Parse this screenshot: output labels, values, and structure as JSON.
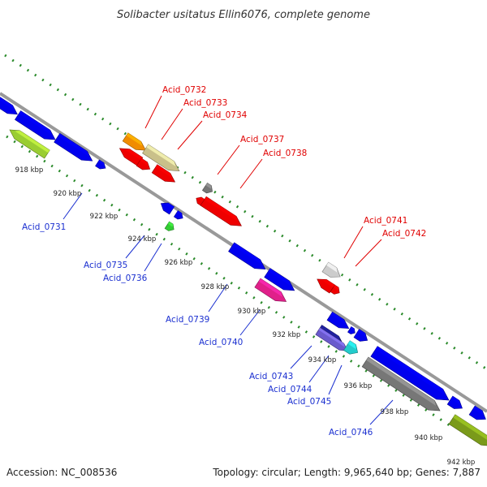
{
  "title": "Solibacter usitatus Ellin6076, complete genome",
  "footer": {
    "accession": "Accession: NC_008536",
    "topology": "Topology: circular; Length: 9,965,640 bp; Genes: 7,887"
  },
  "ticks": [
    "918 kbp",
    "920 kbp",
    "922 kbp",
    "924 kbp",
    "926 kbp",
    "928 kbp",
    "930 kbp",
    "932 kbp",
    "934 kbp",
    "936 kbp",
    "938 kbp",
    "940 kbp",
    "942 kbp"
  ],
  "labels_forward": [
    "Acid_0732",
    "Acid_0733",
    "Acid_0734",
    "Acid_0737",
    "Acid_0738",
    "Acid_0741",
    "Acid_0742"
  ],
  "labels_reverse": [
    "Acid_0731",
    "Acid_0735",
    "Acid_0736",
    "Acid_0739",
    "Acid_0740",
    "Acid_0743",
    "Acid_0744",
    "Acid_0745",
    "Acid_0746"
  ],
  "colors": {
    "strand_forward": "#0000ee",
    "strand_reverse": "#0000ee",
    "red_gene": "#ee0000",
    "orange_gene": "#f08c00",
    "tan_gene": "#c9c08a",
    "gray_gene": "#777777",
    "light_gray_gene": "#cccccc",
    "green_gene": "#33cc33",
    "olive_gene": "#7a9a1a",
    "lime_gene": "#9acd32",
    "magenta_gene": "#e0208a",
    "navy_gene": "#1a1a80",
    "purple_gene": "#6a5acd",
    "cyan_gene": "#22cccc",
    "dotted_track": "#2a8a2a",
    "backbone": "#888888"
  }
}
